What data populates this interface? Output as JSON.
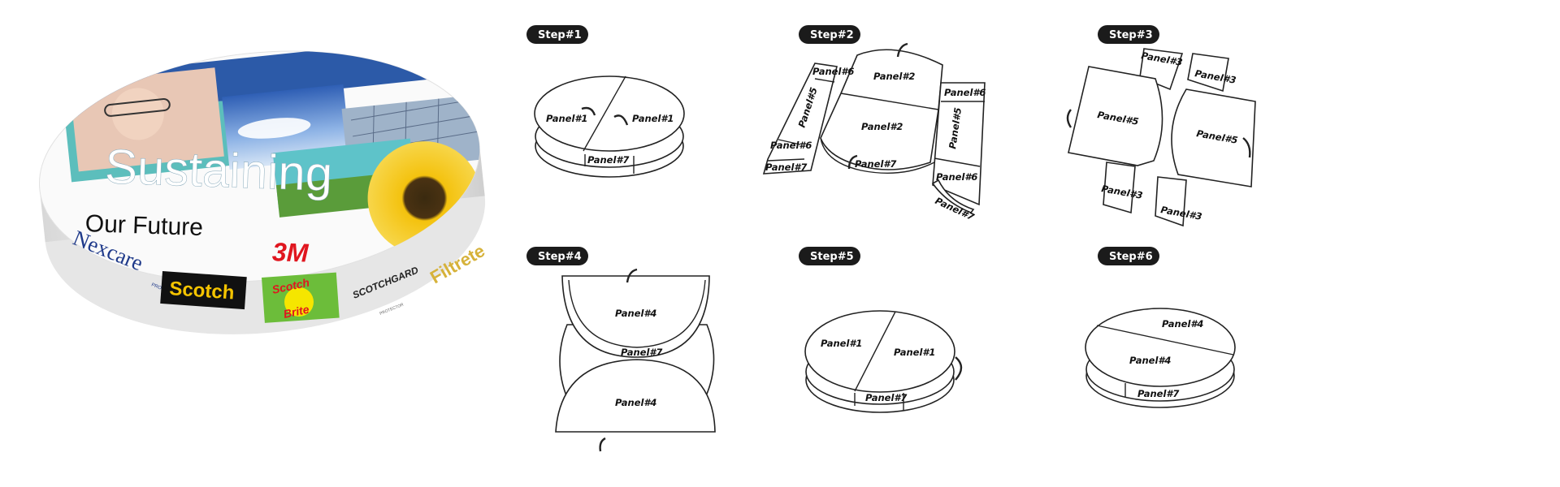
{
  "product": {
    "title_line1": "Sustaining",
    "title_line2": "Our Future",
    "brand": "3M",
    "side_brands": {
      "nexcare": "Nexcare",
      "nexcare_sub": "PRODUCTS",
      "scotch": "Scotch",
      "scotch_brite_1": "Scotch",
      "scotch_brite_2": "Brite",
      "scotchgard": "SCOTCHGARD",
      "scotchgard_sub": "PROTECTOR",
      "filtrete": "Filtrete"
    },
    "colors": {
      "brand_red": "#e0161f",
      "scotch_yellow": "#f5c400",
      "sky_blue": "#3a78c8",
      "teal": "#3fb3b0"
    }
  },
  "steps": [
    {
      "label": "Step#1",
      "panels": [
        "Panel#1",
        "Panel#1",
        "Panel#7"
      ]
    },
    {
      "label": "Step#2",
      "panels": [
        "Panel#6",
        "Panel#2",
        "Panel#5",
        "Panel#6",
        "Panel#2",
        "Panel#5",
        "Panel#6",
        "Panel#7",
        "Panel#7",
        "Panel#6",
        "Panel#7"
      ]
    },
    {
      "label": "Step#3",
      "panels": [
        "Panel#3",
        "Panel#3",
        "Panel#5",
        "Panel#5",
        "Panel#3",
        "Panel#3"
      ]
    },
    {
      "label": "Step#4",
      "panels": [
        "Panel#4",
        "Panel#7",
        "Panel#4"
      ]
    },
    {
      "label": "Step#5",
      "panels": [
        "Panel#1",
        "Panel#1",
        "Panel#7"
      ]
    },
    {
      "label": "Step#6",
      "panels": [
        "Panel#4",
        "Panel#4",
        "Panel#7"
      ]
    }
  ]
}
